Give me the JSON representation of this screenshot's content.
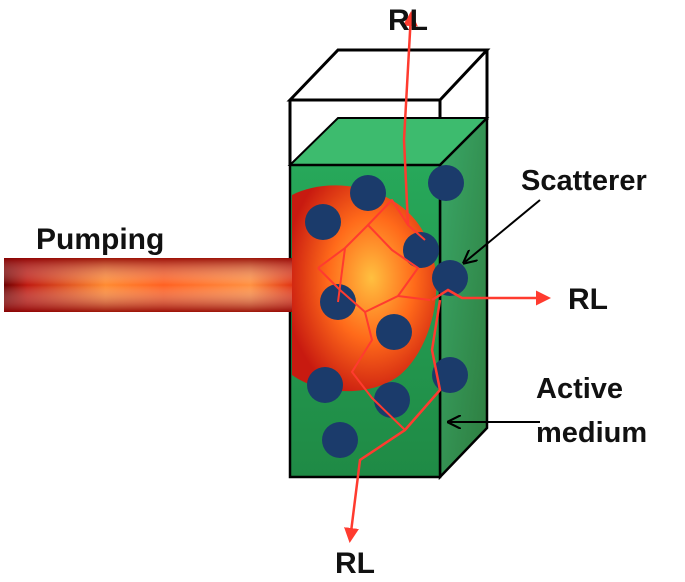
{
  "labels": {
    "pumping": "Pumping",
    "rl_top": "RL",
    "rl_right": "RL",
    "rl_bottom": "RL",
    "scatterer": "Scatterer",
    "active_line1": "Active",
    "active_line2": "medium"
  },
  "colors": {
    "beam_core": "#ff9a3a",
    "beam_edge": "#8b0000",
    "medium_front": "#2f9a55",
    "medium_side": "#1f7a3d",
    "medium_top": "#3dbb6e",
    "scatterer": "#1b3b6b",
    "ray": "#ff3b2f",
    "cuvette_outline": "#000000"
  }
}
